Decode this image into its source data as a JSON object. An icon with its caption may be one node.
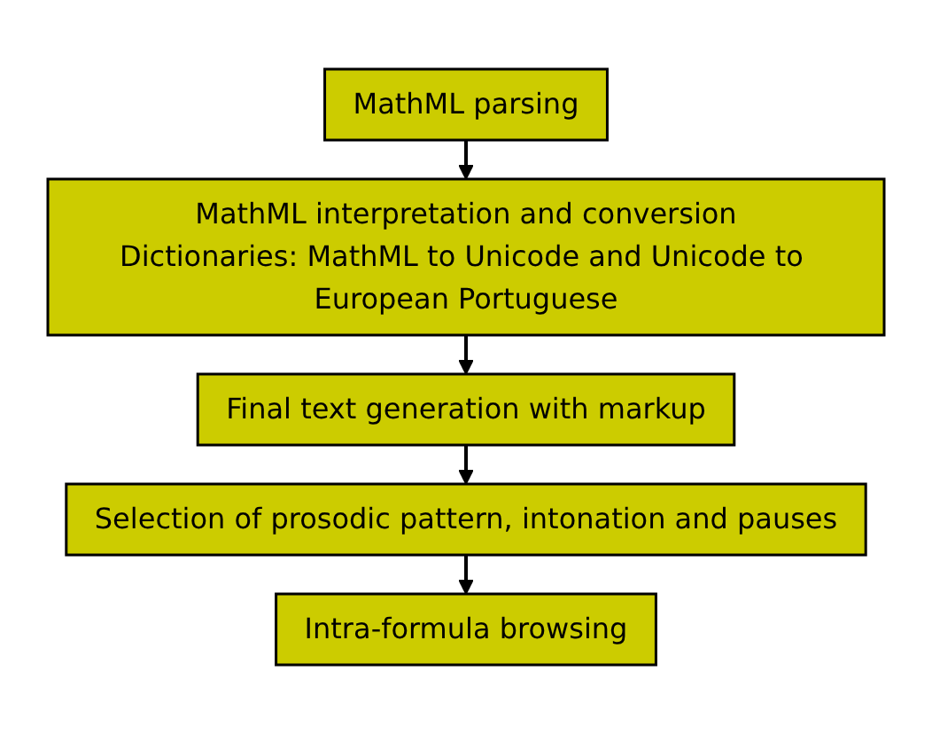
{
  "diagram": {
    "nodes": [
      {
        "text": [
          "MathML parsing"
        ]
      },
      {
        "text": [
          "MathML interpretation and conversion",
          "Dictionaries: MathML to Unicode and Unicode to European Portuguese"
        ]
      },
      {
        "text": [
          "Final text generation with markup"
        ]
      },
      {
        "text": [
          "Selection of prosodic pattern, intonation and pauses"
        ]
      },
      {
        "text": [
          "Intra-formula browsing"
        ]
      }
    ],
    "edges": [
      {
        "from": 0,
        "to": 1,
        "arrow": "to"
      },
      {
        "from": 1,
        "to": 2,
        "arrow": "to"
      },
      {
        "from": 2,
        "to": 3,
        "arrow": "to"
      },
      {
        "from": 3,
        "to": 4,
        "arrow": "to"
      }
    ]
  }
}
